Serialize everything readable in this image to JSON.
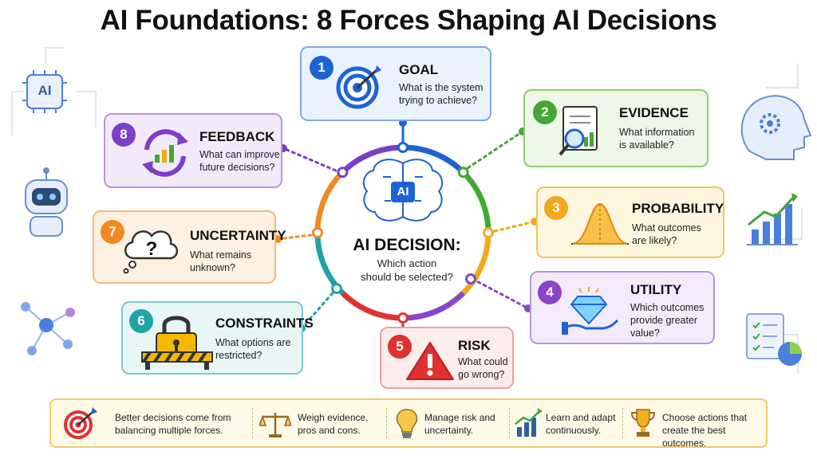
{
  "title": "AI Foundations: 8 Forces Shaping AI Decisions",
  "center": {
    "chip_label": "AI",
    "title": "AI DECISION:",
    "subtitle_line1": "Which action",
    "subtitle_line2": "should be selected?"
  },
  "forces": [
    {
      "number": "1",
      "title": "GOAL",
      "desc1": "What is the system",
      "desc2": "trying to achieve?",
      "desc3": "",
      "icon": "target-icon",
      "color": "#1e63d6"
    },
    {
      "number": "2",
      "title": "EVIDENCE",
      "desc1": "What information",
      "desc2": "is available?",
      "desc3": "",
      "icon": "document-magnifier-icon",
      "color": "#43a833"
    },
    {
      "number": "3",
      "title": "PROBABILITY",
      "desc1": "What outcomes",
      "desc2": "are likely?",
      "desc3": "",
      "icon": "bell-curve-icon",
      "color": "#f2a81d"
    },
    {
      "number": "4",
      "title": "UTILITY",
      "desc1": "Which outcomes",
      "desc2": "provide greater",
      "desc3": "value?",
      "icon": "diamond-hand-icon",
      "color": "#8a44c9"
    },
    {
      "number": "5",
      "title": "RISK",
      "desc1": "What could",
      "desc2": "go wrong?",
      "desc3": "",
      "icon": "warning-icon",
      "color": "#e03131"
    },
    {
      "number": "6",
      "title": "CONSTRAINTS",
      "desc1": "What options are",
      "desc2": "restricted?",
      "desc3": "",
      "icon": "padlock-barrier-icon",
      "color": "#21a3a3"
    },
    {
      "number": "7",
      "title": "UNCERTAINTY",
      "desc1": "What remains",
      "desc2": "unknown?",
      "desc3": "",
      "icon": "question-cloud-icon",
      "color": "#f08a24"
    },
    {
      "number": "8",
      "title": "FEEDBACK",
      "desc1": "What can improve",
      "desc2": "future decisions?",
      "desc3": "",
      "icon": "cycle-chart-icon",
      "color": "#7b3fc9"
    }
  ],
  "footer": [
    {
      "line1": "Better decisions come from",
      "line2": "balancing multiple forces.",
      "icon": "target-icon"
    },
    {
      "line1": "Weigh evidence,",
      "line2": "pros and cons.",
      "icon": "scales-icon"
    },
    {
      "line1": "Manage risk and",
      "line2": "uncertainty.",
      "icon": "lightbulb-icon"
    },
    {
      "line1": "Learn and adapt",
      "line2": "continuously.",
      "icon": "growth-chart-icon"
    },
    {
      "line1": "Choose actions that",
      "line2": "create the best outcomes.",
      "icon": "trophy-icon"
    }
  ],
  "decorations": {
    "chip_label": "AI"
  }
}
